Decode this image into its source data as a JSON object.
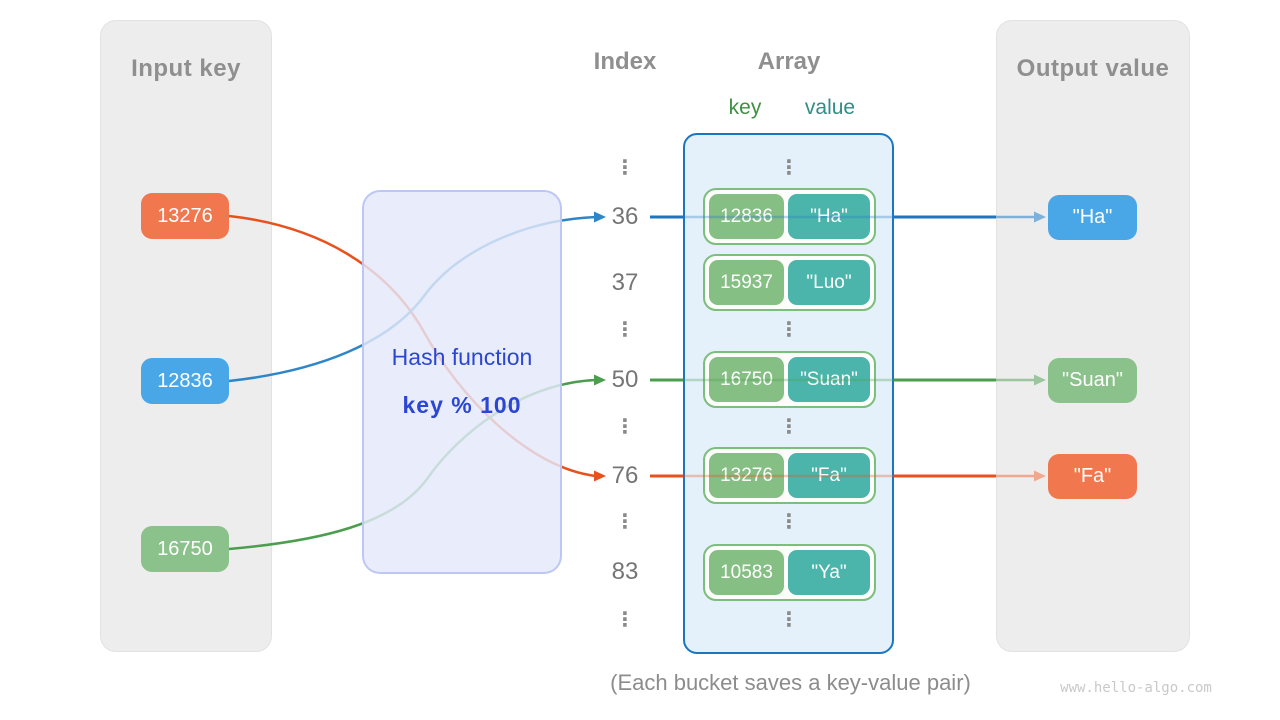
{
  "input_panel": {
    "title": "Input key",
    "keys": [
      {
        "value": "13276",
        "color": "#f0774e"
      },
      {
        "value": "12836",
        "color": "#49a7e8"
      },
      {
        "value": "16750",
        "color": "#8bc18a"
      }
    ]
  },
  "hash_box": {
    "title": "Hash function",
    "formula": "key % 100"
  },
  "headers": {
    "index": "Index",
    "array": "Array",
    "key": "key",
    "value": "value"
  },
  "buckets": [
    {
      "index": "36",
      "key": "12836",
      "value": "\"Ha\""
    },
    {
      "index": "37",
      "key": "15937",
      "value": "\"Luo\""
    },
    {
      "index": "50",
      "key": "16750",
      "value": "\"Suan\""
    },
    {
      "index": "76",
      "key": "13276",
      "value": "\"Fa\""
    },
    {
      "index": "83",
      "key": "10583",
      "value": "\"Ya\""
    }
  ],
  "output_panel": {
    "title": "Output value",
    "values": [
      {
        "value": "\"Ha\"",
        "color": "#49a7e8"
      },
      {
        "value": "\"Suan\"",
        "color": "#8bc18a"
      },
      {
        "value": "\"Fa\"",
        "color": "#f0774e"
      }
    ]
  },
  "caption": "(Each bucket saves a key-value pair)",
  "watermark": "www.hello-algo.com",
  "ellipsis": "⋮",
  "colors": {
    "panel_bg": "#ededed",
    "title_gray": "#8f8f8f",
    "index_gray": "#757575",
    "caption_gray": "#8c8c8c",
    "orange": "#f0774e",
    "blue": "#49a7e8",
    "green": "#85bf84",
    "teal": "#4cb5ab",
    "arrow_blue": "#2578c5",
    "arrow_green": "#4a9e4d",
    "arrow_orange": "#e8511d",
    "array_border": "#1b76c1",
    "array_bg": "#e4f0fa",
    "bucket_border": "#7cbe7b",
    "hash_text": "#2b46d3",
    "key_label": "#3e9142",
    "value_label": "#2f8e86"
  }
}
